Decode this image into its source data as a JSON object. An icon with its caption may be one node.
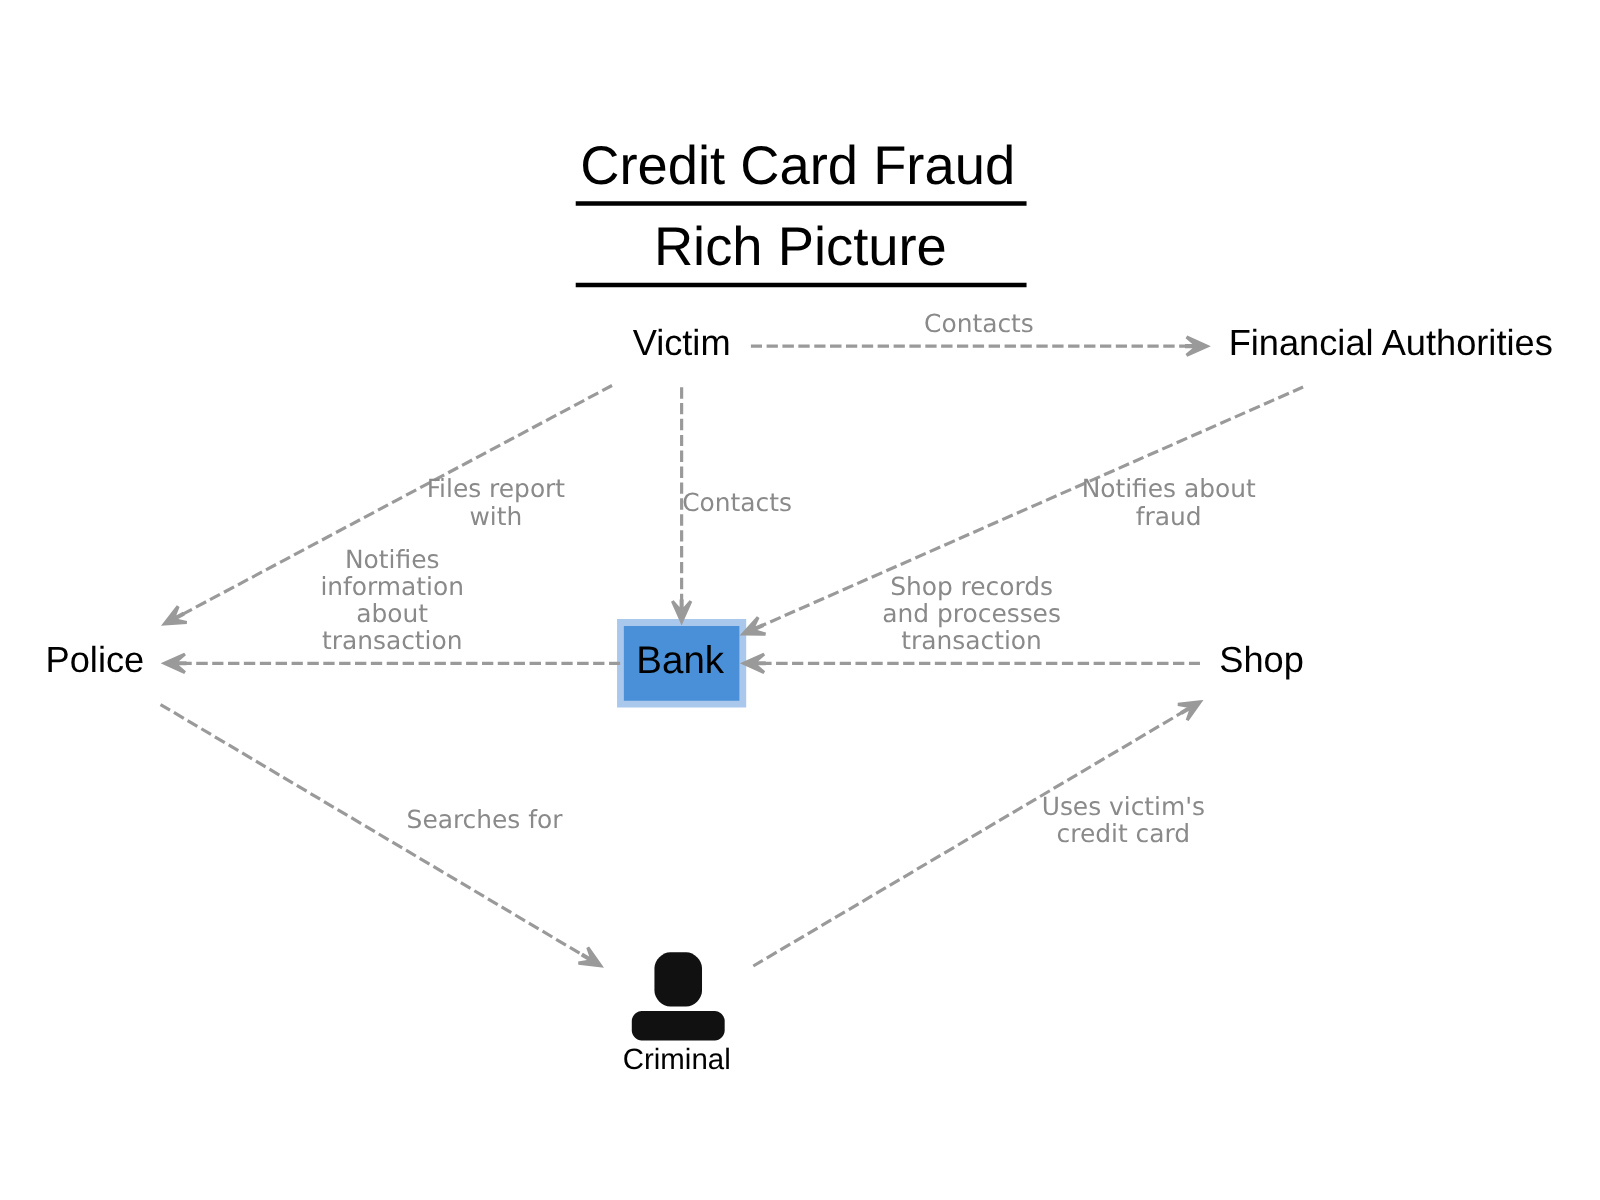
{
  "diagram": {
    "title": "Credit Card Fraud Rich Picture",
    "nodes": [
      {
        "text": [
          "Victim"
        ]
      },
      {
        "text": [
          "Financial Authorities"
        ]
      },
      {
        "text": [
          "Police"
        ]
      },
      {
        "text": [
          "Bank"
        ]
      },
      {
        "text": [
          "Shop"
        ]
      },
      {
        "text": [
          "Criminal"
        ]
      }
    ],
    "edges": [
      {
        "from": 0,
        "to": 1,
        "arrow": "to",
        "label": "Contacts",
        "style": "dashed"
      },
      {
        "from": 0,
        "to": 2,
        "arrow": "to",
        "label": "Files report with",
        "style": "dashed"
      },
      {
        "from": 0,
        "to": 3,
        "arrow": "to",
        "label": "Contacts",
        "style": "dashed"
      },
      {
        "from": 1,
        "to": 3,
        "arrow": "to",
        "label": "Notifies about fraud",
        "style": "dashed"
      },
      {
        "from": 3,
        "to": 2,
        "arrow": "to",
        "label": "Notifies information about transaction",
        "style": "dashed"
      },
      {
        "from": 4,
        "to": 3,
        "arrow": "to",
        "label": "Shop records and processes transaction",
        "style": "dashed"
      },
      {
        "from": 2,
        "to": 5,
        "arrow": "to",
        "label": "Searches for",
        "style": "dashed"
      },
      {
        "from": 5,
        "to": 4,
        "arrow": "to",
        "label": "Uses victim's credit card",
        "style": "dashed"
      }
    ]
  }
}
